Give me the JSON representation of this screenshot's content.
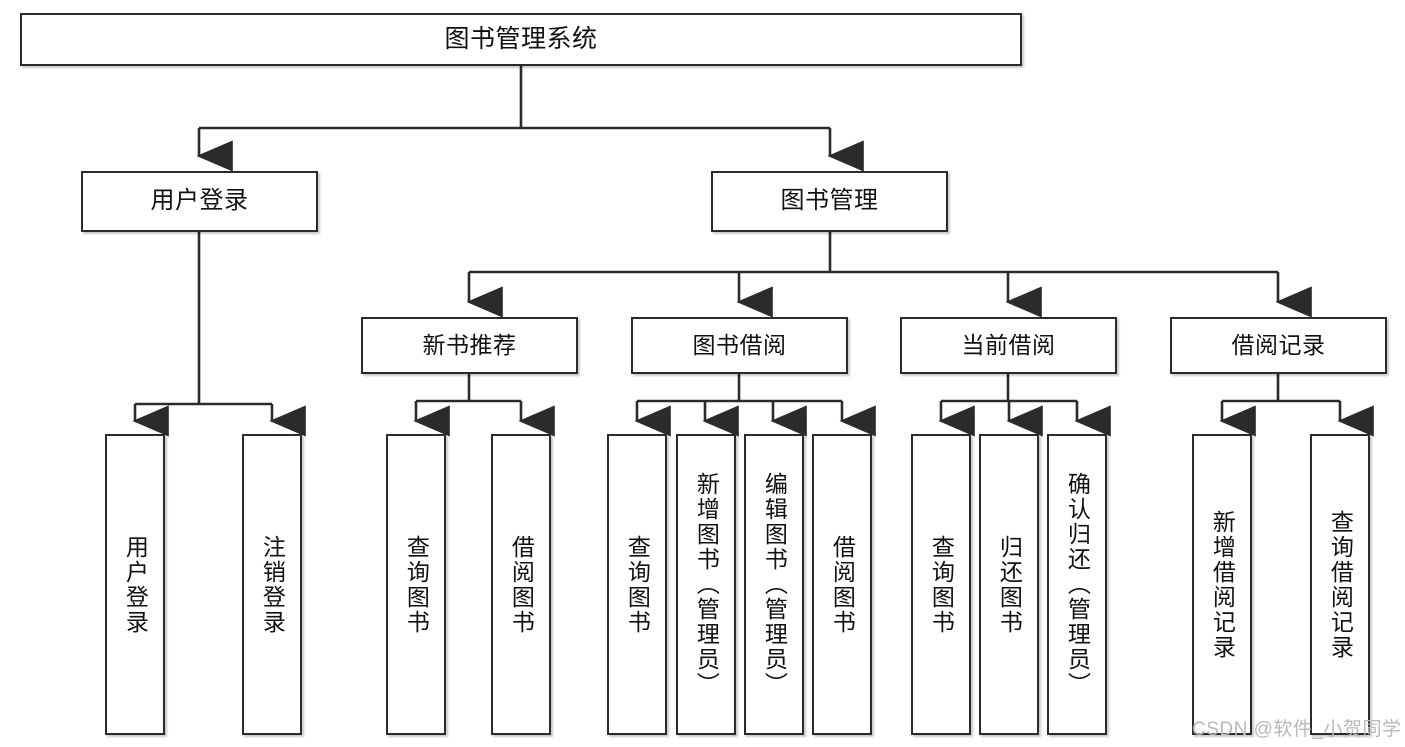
{
  "diagram": {
    "title": "图书管理系统",
    "stroke_color": "#2b2b2b",
    "fill_color": "#ffffff",
    "text_color": "#111111",
    "watermark": "CSDN @软件_小贺同学",
    "root": {
      "label": "图书管理系统"
    },
    "level2": [
      {
        "label": "用户登录"
      },
      {
        "label": "图书管理"
      }
    ],
    "level3": [
      {
        "label": "新书推荐"
      },
      {
        "label": "图书借阅"
      },
      {
        "label": "当前借阅"
      },
      {
        "label": "借阅记录"
      }
    ],
    "leaves": {
      "user_login": [
        {
          "label": "用户登录"
        },
        {
          "label": "注销登录"
        }
      ],
      "new_book_recommend": [
        {
          "label": "查询图书"
        },
        {
          "label": "借阅图书"
        }
      ],
      "book_borrow": [
        {
          "label": "查询图书"
        },
        {
          "label": "新增图书（管理员）"
        },
        {
          "label": "编辑图书（管理员）"
        },
        {
          "label": "借阅图书"
        }
      ],
      "current_borrow": [
        {
          "label": "查询图书"
        },
        {
          "label": "归还图书"
        },
        {
          "label": "确认归还（管理员）"
        }
      ],
      "borrow_record": [
        {
          "label": "新增借阅记录"
        },
        {
          "label": "查询借阅记录"
        }
      ]
    }
  }
}
